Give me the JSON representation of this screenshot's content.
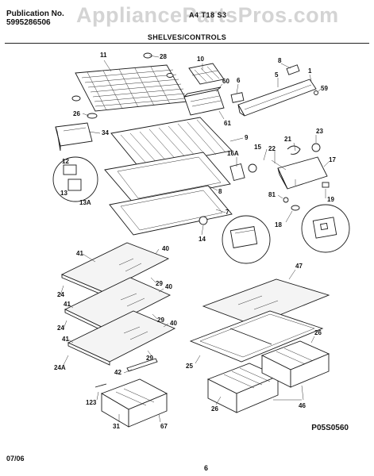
{
  "header": {
    "publication_label": "Publication No.",
    "publication_number": "5995286506",
    "watermark": "AppliancePartsPros.com",
    "model_fragment": "A4 T18 S3",
    "section_title": "SHELVES/CONTROLS"
  },
  "callouts": [
    {
      "id": "c11",
      "text": "11"
    },
    {
      "id": "c28",
      "text": "28"
    },
    {
      "id": "c10",
      "text": "10"
    },
    {
      "id": "c8",
      "text": "8"
    },
    {
      "id": "c5",
      "text": "5"
    },
    {
      "id": "c1",
      "text": "1"
    },
    {
      "id": "c59",
      "text": "59"
    },
    {
      "id": "c60",
      "text": "60"
    },
    {
      "id": "c6",
      "text": "6"
    },
    {
      "id": "c26a",
      "text": "26"
    },
    {
      "id": "c61",
      "text": "61"
    },
    {
      "id": "c34",
      "text": "34"
    },
    {
      "id": "c9",
      "text": "9"
    },
    {
      "id": "c12",
      "text": "12"
    },
    {
      "id": "c13",
      "text": "13"
    },
    {
      "id": "c13a",
      "text": "13A"
    },
    {
      "id": "c16a",
      "text": "16A"
    },
    {
      "id": "c15",
      "text": "15"
    },
    {
      "id": "c22",
      "text": "22"
    },
    {
      "id": "c21",
      "text": "21"
    },
    {
      "id": "c23",
      "text": "23"
    },
    {
      "id": "c17",
      "text": "17"
    },
    {
      "id": "c8b",
      "text": "8"
    },
    {
      "id": "c81",
      "text": "81"
    },
    {
      "id": "c19",
      "text": "19"
    },
    {
      "id": "c7",
      "text": "7"
    },
    {
      "id": "c14",
      "text": "14"
    },
    {
      "id": "c18",
      "text": "18"
    },
    {
      "id": "c41a",
      "text": "41"
    },
    {
      "id": "c40a",
      "text": "40"
    },
    {
      "id": "c29a",
      "text": "29"
    },
    {
      "id": "c24a",
      "text": "24"
    },
    {
      "id": "c40b",
      "text": "40"
    },
    {
      "id": "c41b",
      "text": "41"
    },
    {
      "id": "c29b",
      "text": "29"
    },
    {
      "id": "c24b",
      "text": "24"
    },
    {
      "id": "c40c",
      "text": "40"
    },
    {
      "id": "c41c",
      "text": "41"
    },
    {
      "id": "c29c",
      "text": "29"
    },
    {
      "id": "c24A",
      "text": "24A"
    },
    {
      "id": "c42",
      "text": "42"
    },
    {
      "id": "c123",
      "text": "123"
    },
    {
      "id": "c31",
      "text": "31"
    },
    {
      "id": "c67",
      "text": "67"
    },
    {
      "id": "c47",
      "text": "47"
    },
    {
      "id": "c26b",
      "text": "26"
    },
    {
      "id": "c25",
      "text": "25"
    },
    {
      "id": "c26c",
      "text": "26"
    },
    {
      "id": "c46",
      "text": "46"
    }
  ],
  "footer": {
    "reference_code": "P05S0560",
    "date": "07/06",
    "page_number": "6"
  }
}
